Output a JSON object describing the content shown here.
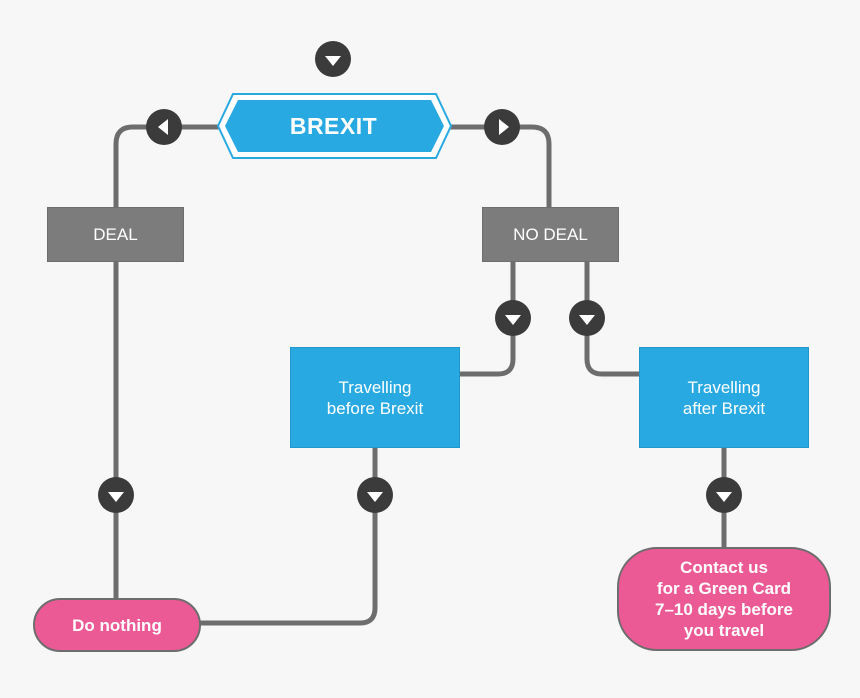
{
  "start": {
    "label": "BREXIT"
  },
  "branches": {
    "deal": "DEAL",
    "no_deal": "NO DEAL"
  },
  "steps": {
    "before": [
      "Travelling",
      "before Brexit"
    ],
    "after": [
      "Travelling",
      "after Brexit"
    ]
  },
  "outcomes": {
    "do_nothing": "Do nothing",
    "contact": [
      "Contact us",
      "for a Green Card",
      "7–10 days before",
      "you travel"
    ]
  },
  "colors": {
    "connector": "#6d6d6d",
    "decision_box": "#7c7c7c",
    "step_box": "#29a9e1",
    "outcome_box": "#ec5a96",
    "arrow_marker": "#3b3b3b"
  },
  "icons": [
    "arrow-down-icon",
    "arrow-left-icon",
    "arrow-right-icon"
  ]
}
